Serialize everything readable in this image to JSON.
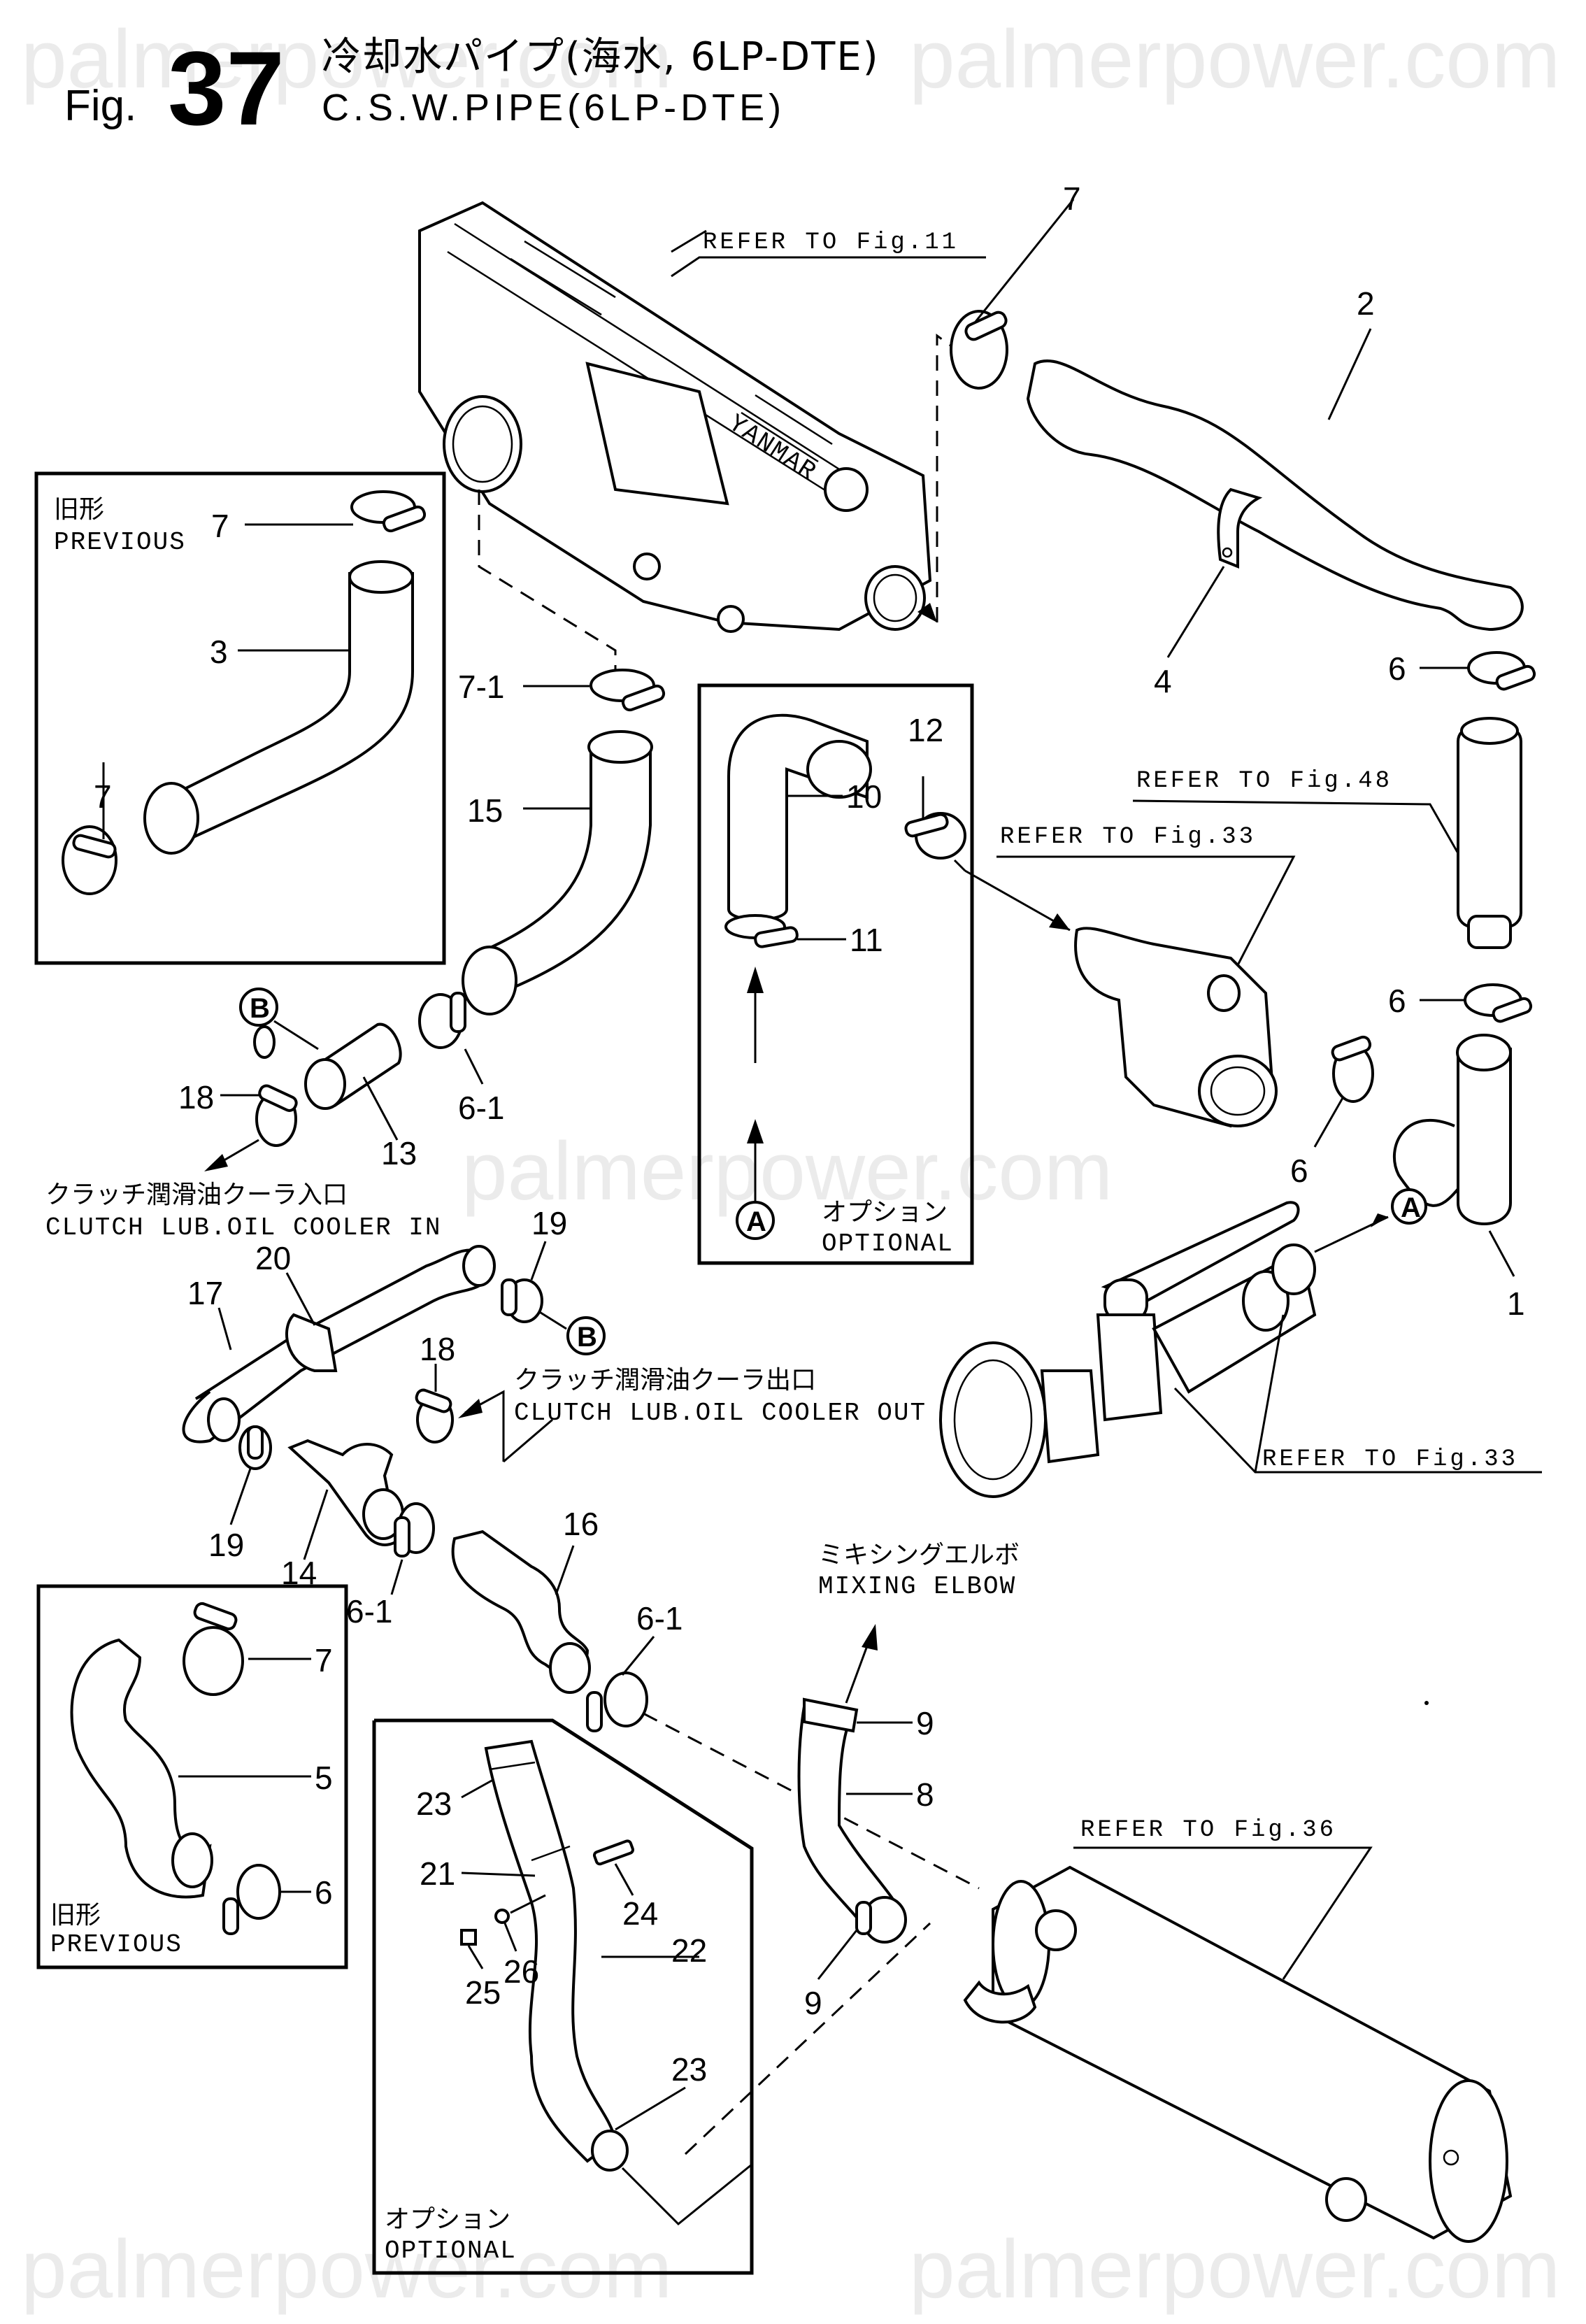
{
  "watermark": "palmerpower.com",
  "title": {
    "fig_prefix": "Fig.",
    "fig_number": "37",
    "japanese": "冷却水パイプ(海水, 6LP-DTE)",
    "english": "C.S.W.PIPE(6LP-DTE)"
  },
  "references": {
    "fig11": "REFER TO Fig.11",
    "fig48": "REFER TO Fig.48",
    "fig33_upper": "REFER TO Fig.33",
    "fig33_lower": "REFER TO Fig.33",
    "fig36": "REFER TO Fig.36"
  },
  "boxes": {
    "previous_top": {
      "jp": "旧形",
      "en": "PREVIOUS"
    },
    "previous_bottom": {
      "jp": "旧形",
      "en": "PREVIOUS"
    },
    "optional_middle": {
      "jp": "オプション",
      "en": "OPTIONAL"
    },
    "optional_bottom": {
      "jp": "オプション",
      "en": "OPTIONAL"
    }
  },
  "notes": {
    "cooler_in": {
      "jp": "クラッチ潤滑油クーラ入口",
      "en": "CLUTCH LUB.OIL COOLER IN"
    },
    "cooler_out": {
      "jp": "クラッチ潤滑油クーラ出口",
      "en": "CLUTCH LUB.OIL COOLER OUT"
    },
    "mixing_elbow": {
      "jp": "ミキシングエルボ",
      "en": "MIXING ELBOW"
    }
  },
  "callouts": {
    "A": "A",
    "B": "B"
  },
  "part_labels": {
    "p1": "1",
    "p2": "2",
    "p3": "3",
    "p4": "4",
    "p5": "5",
    "p6": "6",
    "p6_1": "6-1",
    "p7": "7",
    "p7_1": "7-1",
    "p8": "8",
    "p9": "9",
    "p10": "10",
    "p11": "11",
    "p12": "12",
    "p13": "13",
    "p14": "14",
    "p15": "15",
    "p16": "16",
    "p17": "17",
    "p18": "18",
    "p19": "19",
    "p20": "20",
    "p21": "21",
    "p22": "22",
    "p23": "23",
    "p24": "24",
    "p25": "25",
    "p26": "26"
  },
  "engine_brand": "YANMAR"
}
